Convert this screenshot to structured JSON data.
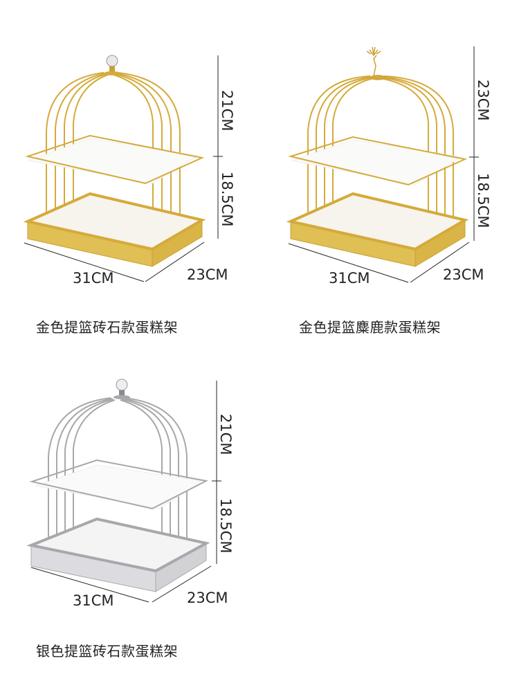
{
  "products": [
    {
      "name": "金色提篮砖石款蛋糕架",
      "finish": "gold",
      "topper": "crystal-knob",
      "dimensions": {
        "width": "31CM",
        "depth": "23CM",
        "upper_height": "21CM",
        "lower_height": "18.5CM"
      }
    },
    {
      "name": "金色提篮麋鹿款蛋糕架",
      "finish": "gold",
      "topper": "deer-figure",
      "dimensions": {
        "width": "31CM",
        "depth": "23CM",
        "upper_height": "23CM",
        "lower_height": "18.5CM"
      }
    },
    {
      "name": "银色提篮砖石款蛋糕架",
      "finish": "silver",
      "topper": "crystal-knob",
      "dimensions": {
        "width": "31CM",
        "depth": "23CM",
        "upper_height": "21CM",
        "lower_height": "18.5CM"
      }
    }
  ],
  "colors": {
    "gold": "#d4aa3a",
    "gold_light": "#f0d77a",
    "silver": "#a8a8ac",
    "silver_light": "#e6e6e8",
    "tray": "#f7f4ee",
    "text": "#222222"
  }
}
